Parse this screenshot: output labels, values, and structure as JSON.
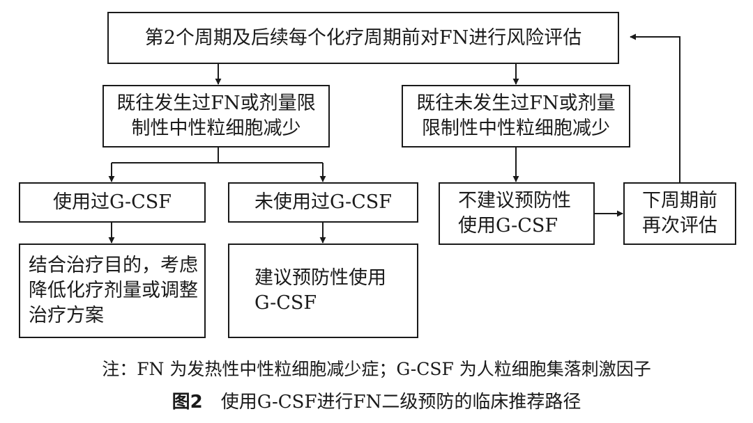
{
  "diagram": {
    "top": "第2个周期及后续每个化疗周期前对FN进行风险评估",
    "history_yes": [
      "既往发生过FN或剂量限",
      "制性中性粒细胞减少"
    ],
    "history_no": [
      "既往未发生过FN或剂量",
      "限制性中性粒细胞减少"
    ],
    "used_gcsf": "使用过G-CSF",
    "not_used_gcsf": "未使用过G-CSF",
    "used_action": [
      "结合治疗目的，考虑",
      "降低化疗剂量或调整",
      "治疗方案"
    ],
    "not_used_action": [
      "建议预防性使用",
      "G-CSF"
    ],
    "no_prevention": [
      "不建议预防性",
      "使用G-CSF"
    ],
    "reassess": [
      "下周期前",
      "再次评估"
    ]
  },
  "footer": {
    "note": "注：FN 为发热性中性粒细胞减少症；G-CSF 为人粒细胞集落刺激因子",
    "figure_number": "图2",
    "figure_title": "使用G-CSF进行FN二级预防的临床推荐路径"
  },
  "colors": {
    "ink": "#1a1a1a",
    "background": "#ffffff"
  }
}
